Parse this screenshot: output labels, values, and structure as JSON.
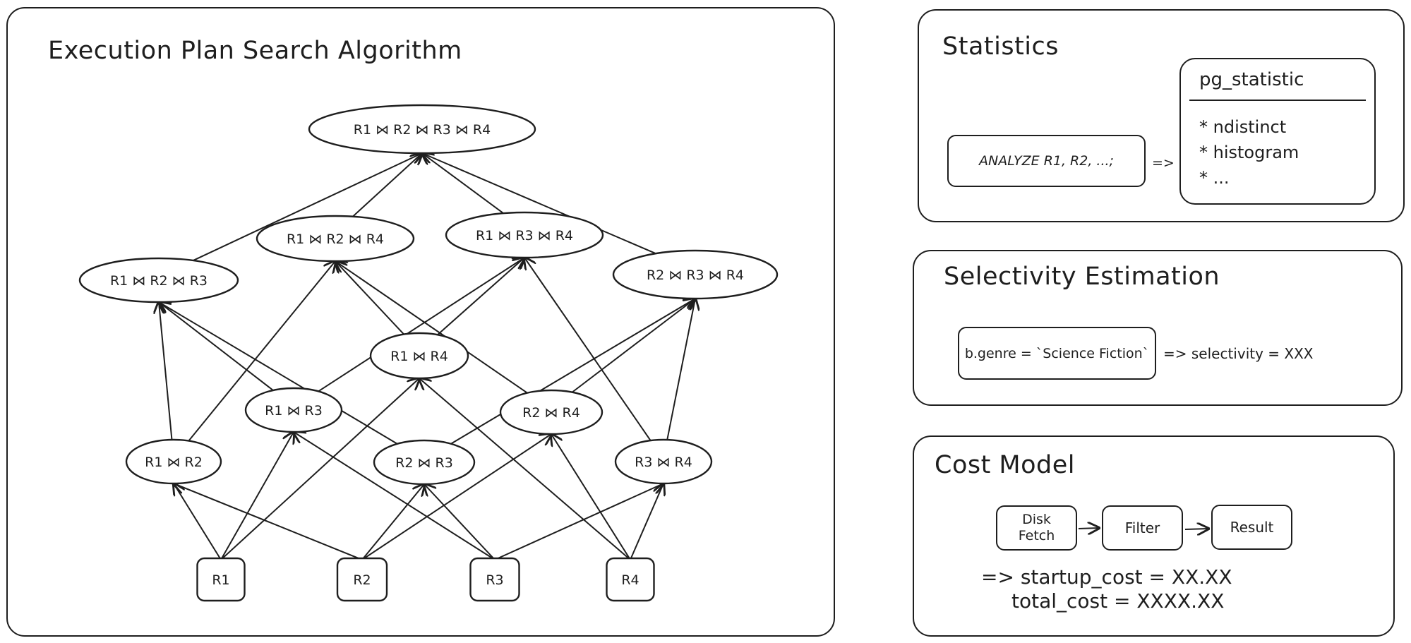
{
  "plan_panel": {
    "title": "Execution Plan Search Algorithm",
    "nodes": {
      "r1234": "R1 ⋈ R2 ⋈ R3 ⋈ R4",
      "r124": "R1 ⋈ R2 ⋈ R4",
      "r134": "R1 ⋈ R3 ⋈ R4",
      "r123": "R1 ⋈ R2 ⋈ R3",
      "r234": "R2 ⋈ R3 ⋈ R4",
      "r14": "R1 ⋈ R4",
      "r13": "R1 ⋈ R3",
      "r24": "R2 ⋈ R4",
      "r12": "R1 ⋈ R2",
      "r23": "R2 ⋈ R3",
      "r34": "R3 ⋈ R4",
      "r1": "R1",
      "r2": "R2",
      "r3": "R3",
      "r4": "R4"
    }
  },
  "statistics_panel": {
    "title": "Statistics",
    "command": "ANALYZE R1, R2, ...;",
    "arrow": "=>",
    "table_name": "pg_statistic",
    "items": [
      "* ndistinct",
      "* histogram",
      "* ..."
    ]
  },
  "selectivity_panel": {
    "title": "Selectivity Estimation",
    "predicate": "b.genre = `Science Fiction`",
    "result": "=> selectivity = XXX"
  },
  "cost_panel": {
    "title": "Cost Model",
    "steps": [
      "Disk\nFetch",
      "Filter",
      "Result"
    ],
    "startup_line": "=> startup_cost = XX.XX",
    "total_line": "total_cost = XXXX.XX"
  }
}
